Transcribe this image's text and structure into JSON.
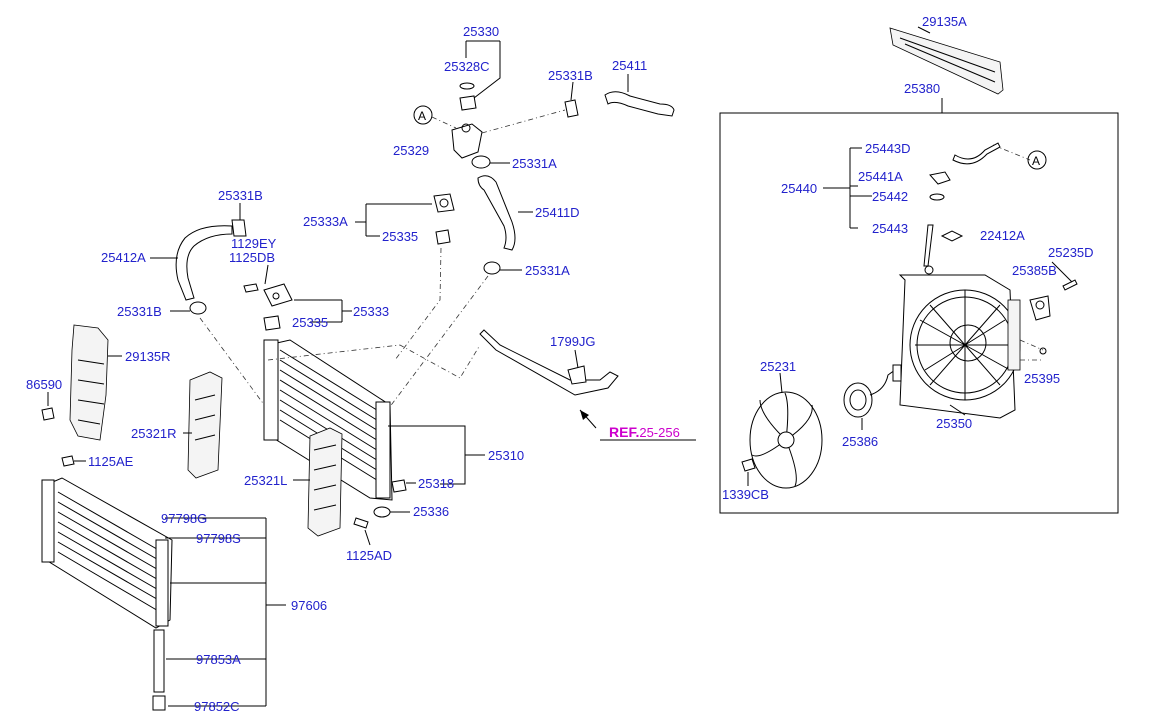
{
  "labels": {
    "p25330": "25330",
    "p25328C": "25328C",
    "p25331B_top": "25331B",
    "p25411": "25411",
    "p25329": "25329",
    "p25331A_top": "25331A",
    "p25411D": "25411D",
    "p25331B_left": "25331B",
    "p25333A": "25333A",
    "p25335_a": "25335",
    "p1129EY": "1129EY",
    "p1125DB": "1125DB",
    "p25412A": "25412A",
    "p25331A_mid": "25331A",
    "p25331B_low": "25331B",
    "p25333": "25333",
    "p25335_b": "25335",
    "p29135R": "29135R",
    "p86590": "86590",
    "p1799JG": "1799JG",
    "p25321R": "25321R",
    "p25310": "25310",
    "p1125AE": "1125AE",
    "p25321L": "25321L",
    "p25318": "25318",
    "p97798G": "97798G",
    "p25336": "25336",
    "p97798S": "97798S",
    "p1125AD": "1125AD",
    "p97606": "97606",
    "p97853A": "97853A",
    "p97852C": "97852C",
    "p29135A": "29135A",
    "p25380": "25380",
    "p25443D": "25443D",
    "p25441A": "25441A",
    "p25440": "25440",
    "p25442": "25442",
    "p25443": "25443",
    "p22412A": "22412A",
    "p25235D": "25235D",
    "p25385B": "25385B",
    "p25395": "25395",
    "p25231": "25231",
    "p25350": "25350",
    "p25386": "25386",
    "p1339CB": "1339CB"
  },
  "reference": {
    "prefix": "REF.",
    "number": "25-256"
  },
  "markers": {
    "left": "A",
    "right": "A"
  }
}
